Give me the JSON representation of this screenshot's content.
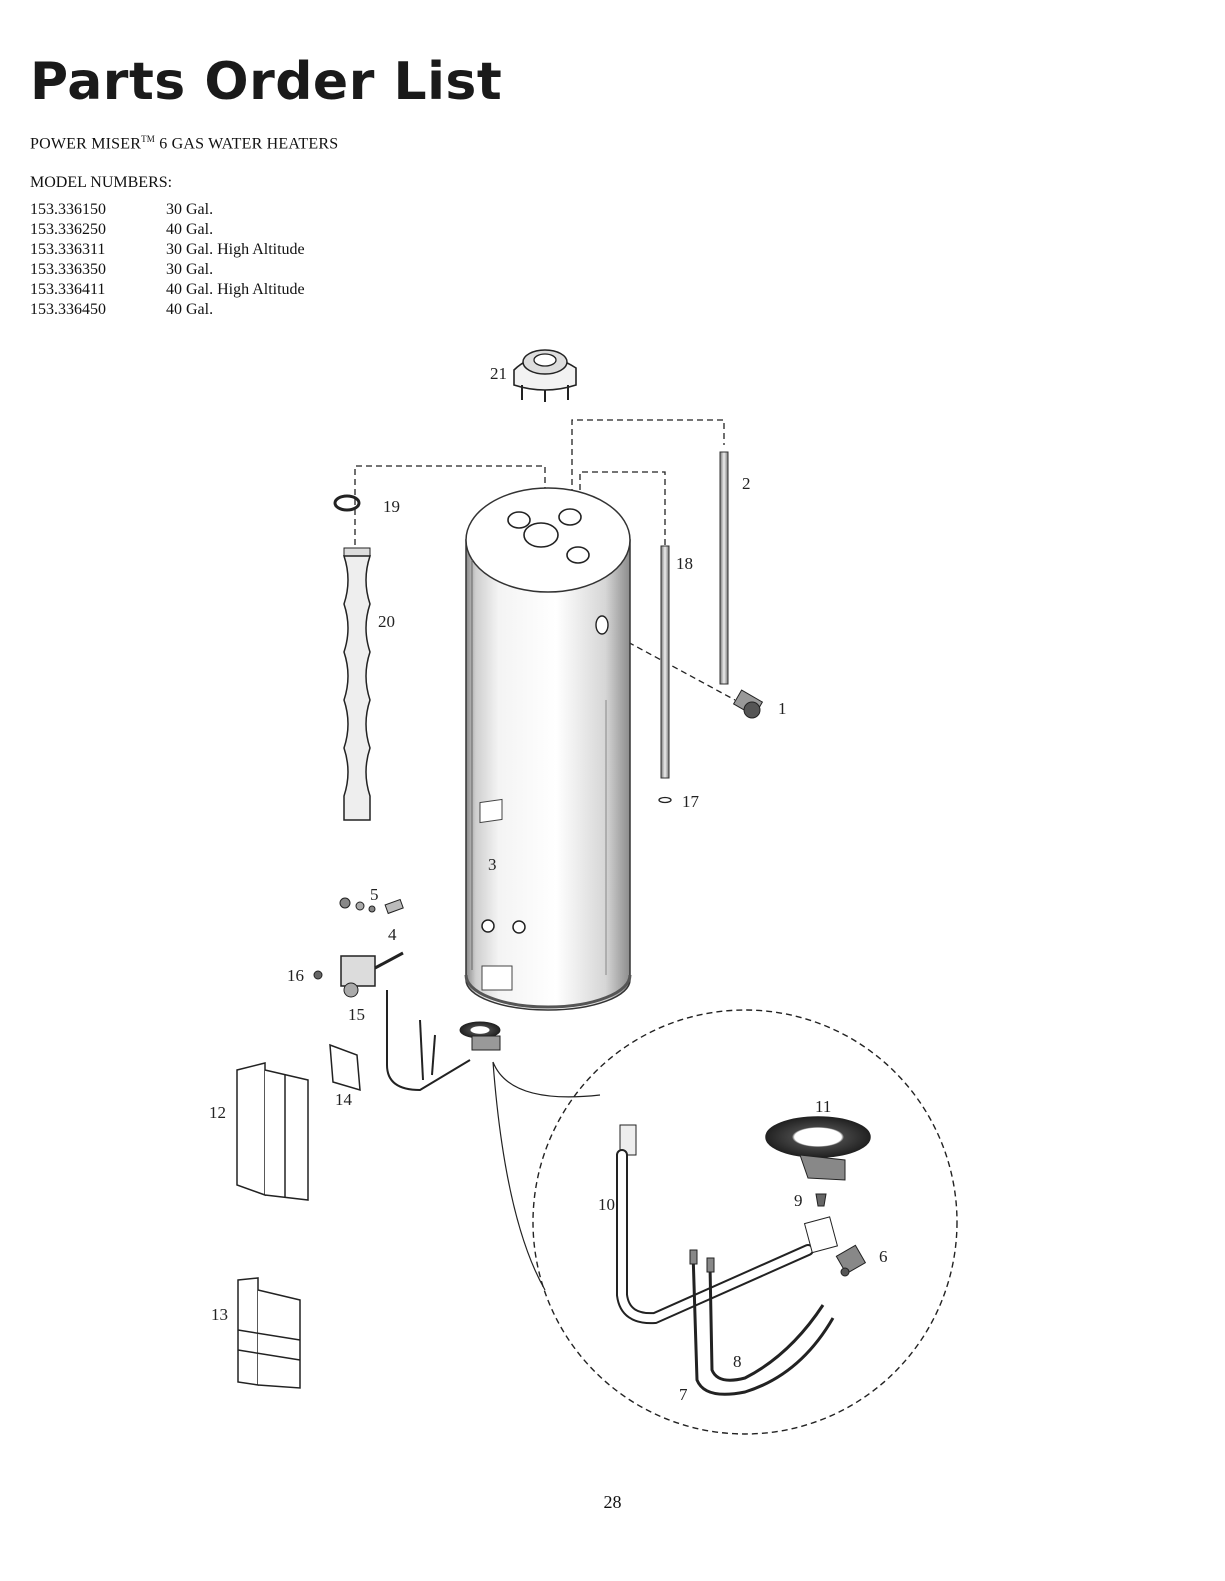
{
  "header": {
    "title": "Parts Order List",
    "subtitle_main": "POWER MISER",
    "subtitle_tm": "TM",
    "subtitle_rest": " 6 GAS WATER HEATERS"
  },
  "models": {
    "heading": "MODEL NUMBERS:",
    "rows": [
      {
        "number": "153.336150",
        "description": "30 Gal."
      },
      {
        "number": "153.336250",
        "description": "40 Gal."
      },
      {
        "number": "153.336311",
        "description": "30 Gal. High Altitude"
      },
      {
        "number": "153.336350",
        "description": "30 Gal."
      },
      {
        "number": "153.336411",
        "description": "40 Gal. High Altitude"
      },
      {
        "number": "153.336450",
        "description": "40 Gal."
      }
    ]
  },
  "diagram": {
    "labels": [
      "1",
      "2",
      "3",
      "4",
      "5",
      "6",
      "7",
      "8",
      "9",
      "10",
      "11",
      "12",
      "13",
      "14",
      "15",
      "16",
      "17",
      "18",
      "19",
      "20",
      "21"
    ]
  },
  "footer": {
    "page_number": "28"
  }
}
